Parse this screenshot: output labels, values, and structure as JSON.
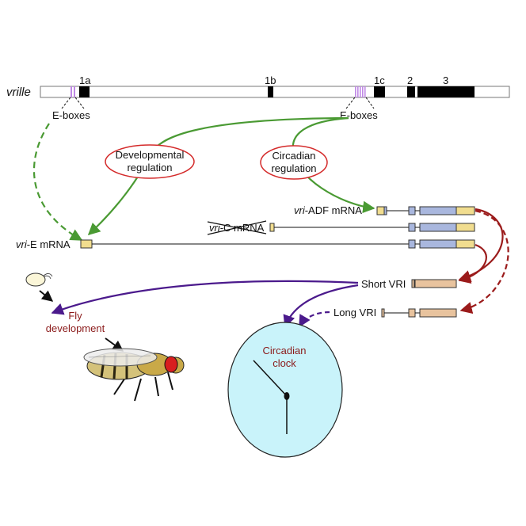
{
  "gene": {
    "name": "vrille"
  },
  "exons": {
    "e1a": "1a",
    "e1b": "1b",
    "e1c": "1c",
    "e2": "2",
    "e3": "3"
  },
  "eboxes": {
    "left": "E-boxes",
    "right": "E-boxes"
  },
  "regulation": {
    "developmental": [
      "Developmental",
      "regulation"
    ],
    "circadian": [
      "Circadian",
      "regulation"
    ]
  },
  "transcripts": {
    "adf_italic": "vri",
    "adf_rest": "-ADF mRNA",
    "c_italic": "vri",
    "c_rest": "-C mRNA",
    "e_italic": "vri",
    "e_rest": "-E mRNA"
  },
  "proteins": {
    "short": "Short VRI",
    "long": "Long VRI"
  },
  "outcomes": {
    "fly_development": [
      "Fly",
      "development"
    ],
    "circadian_clock": [
      "Circadian",
      "clock"
    ]
  },
  "colors": {
    "green_arrow": "#4a9a33",
    "dark_red_arrow": "#9b1b1b",
    "purple_arrow": "#4b1a8c",
    "ebox": "#c08ae6",
    "exon_black": "#000000",
    "utr_yellow": "#f1dd8f",
    "cds_blue": "#a9b7de",
    "protein_tan": "#e8c39e",
    "clock_face": "#c9f3fa",
    "ellipse_red": "#d42a2a",
    "dark_red_text": "#8b1a1a"
  }
}
